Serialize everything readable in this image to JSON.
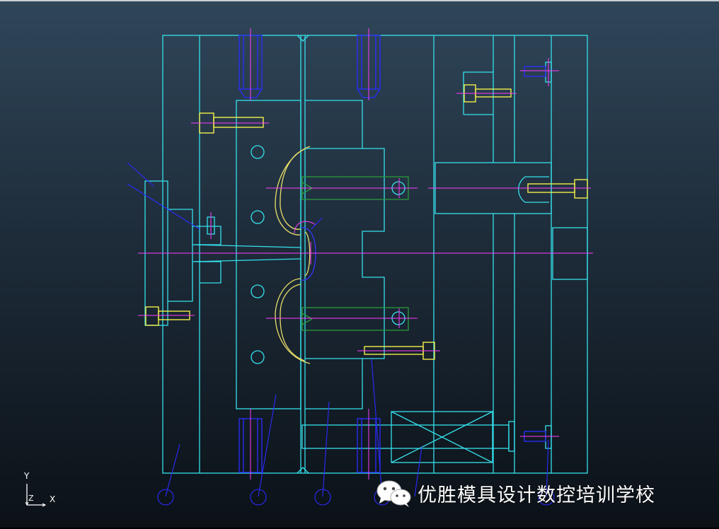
{
  "colors": {
    "mold_outline": "#35e1ec",
    "screw": "#f2ef4a",
    "center_line": "#ff3cff",
    "callout_line": "#2b2cff",
    "slider": "#2a9a3a",
    "part_wall": "#e8de6a"
  },
  "axis_triad": {
    "y_label": "Y",
    "z_label": "Z",
    "x_label": "X"
  },
  "watermark": {
    "icon": "wechat-icon",
    "text": "优胜模具设计数控培训学校"
  }
}
